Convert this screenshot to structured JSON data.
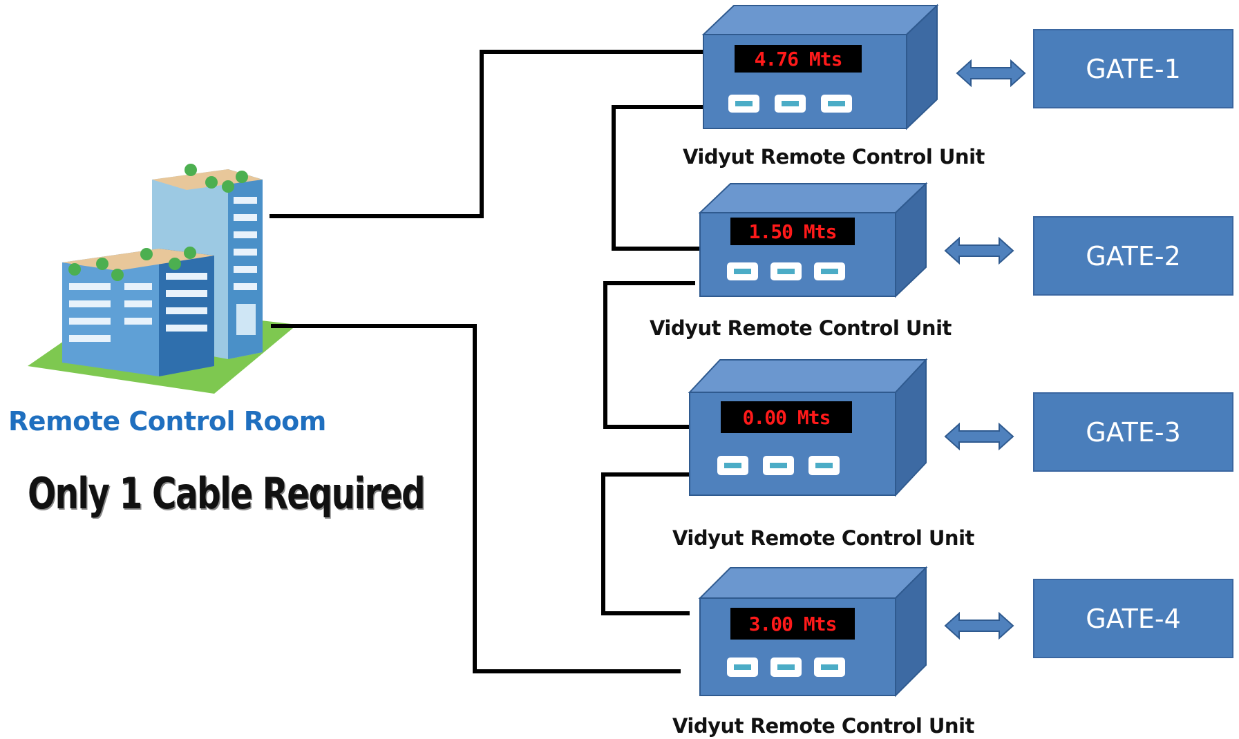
{
  "room": {
    "caption": "Remote Control Room",
    "tagline": "Only 1 Cable Required"
  },
  "units": [
    {
      "display": "4.76 Mts",
      "caption": "Vidyut Remote Control Unit",
      "gate": "GATE-1"
    },
    {
      "display": "1.50 Mts",
      "caption": "Vidyut Remote Control Unit",
      "gate": "GATE-2"
    },
    {
      "display": "0.00 Mts",
      "caption": "Vidyut Remote Control Unit",
      "gate": "GATE-3"
    },
    {
      "display": "3.00 Mts",
      "caption": "Vidyut Remote Control Unit",
      "gate": "GATE-4"
    }
  ],
  "colors": {
    "unit_face": "#4f81bd",
    "unit_top": "#6b97cf",
    "unit_side": "#3d6aa3",
    "display_text": "#ff1a1a",
    "caption_blue": "#1f6fbf",
    "gate_fill": "#4a7ebb",
    "cable": "#000000"
  },
  "icons": [
    "building-icon",
    "double-arrow-icon"
  ]
}
